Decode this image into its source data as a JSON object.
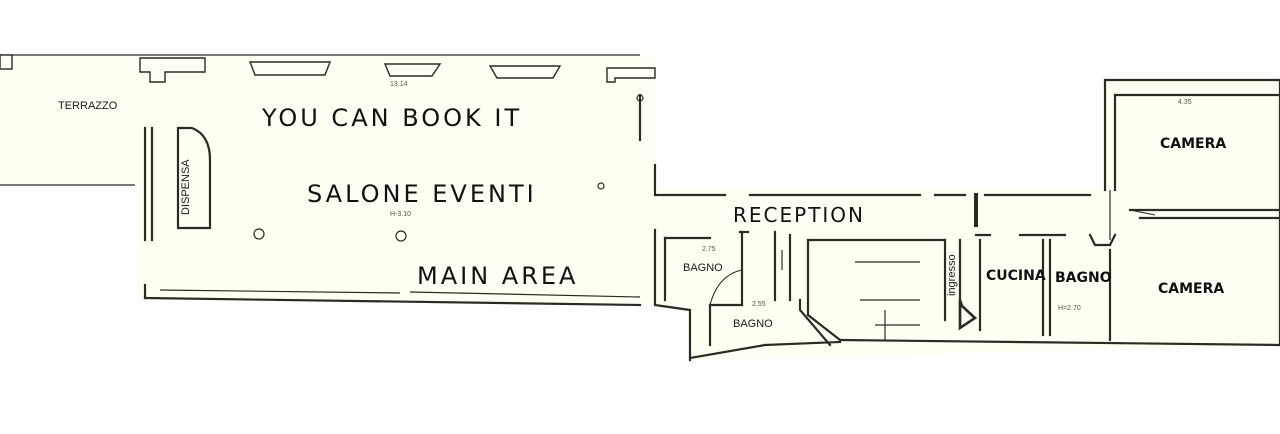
{
  "labels": {
    "terrazzo": "TERRAZZO",
    "dispensa": "DISPENSA",
    "you_can_book": "YOU CAN BOOK IT",
    "salone_eventi": "SALONE EVENTI",
    "main_area": "MAIN AREA",
    "reception": "RECEPTION",
    "bagno_1": "BAGNO",
    "bagno_2": "BAGNO",
    "ingresso": "ingresso",
    "cucina": "CUCINA",
    "bagno_3": "BAGNO",
    "camera_1": "CAMERA",
    "camera_2": "CAMERA"
  },
  "dimensions": {
    "d1": "13.14",
    "d2": "H-3.10",
    "d3": "2.75",
    "d4": "2.55",
    "d5": "4.35",
    "d6": "H=2.70"
  }
}
